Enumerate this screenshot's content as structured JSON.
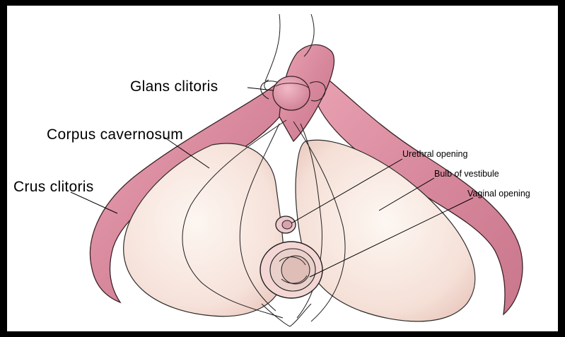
{
  "labels": {
    "glans": "Glans clitoris",
    "corpus": "Corpus cavernosum",
    "crus": "Crus clitoris",
    "urethral": "Urethral opening",
    "bulb": "Bulb of vestibule",
    "vaginal": "Vaginal opening"
  },
  "colors": {
    "background": "#ffffff",
    "frame": "#000000",
    "erectile_tissue": "#d98a9c",
    "bulb_tissue": "#f7e3dc",
    "line": "#1a1a1a"
  }
}
